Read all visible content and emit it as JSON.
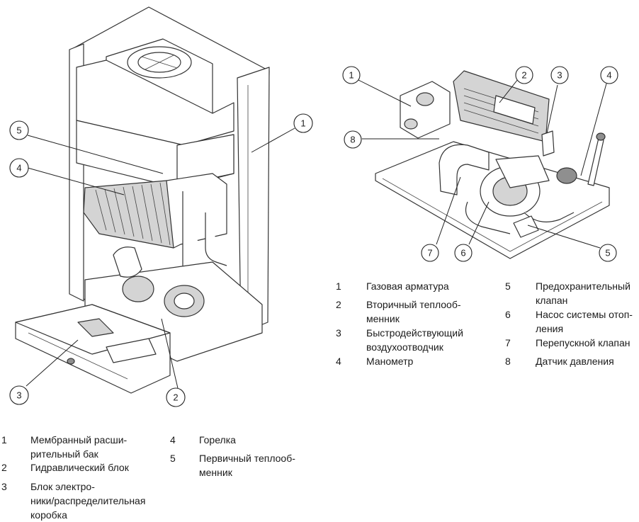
{
  "boiler_callouts": [
    "1",
    "2",
    "3",
    "4",
    "5"
  ],
  "hydro_callouts": [
    "1",
    "2",
    "3",
    "4",
    "5",
    "6",
    "7",
    "8"
  ],
  "legend_hydro": [
    {
      "num": "1",
      "lines": [
        "Газовая арматура"
      ]
    },
    {
      "num": "2",
      "lines": [
        "Вторичный теплооб-",
        "менник"
      ]
    },
    {
      "num": "3",
      "lines": [
        "Быстродействующий",
        "воздухоотводчик"
      ]
    },
    {
      "num": "4",
      "lines": [
        "Манометр"
      ]
    },
    {
      "num": "5",
      "lines": [
        "Предохранительный",
        "клапан"
      ]
    },
    {
      "num": "6",
      "lines": [
        "Насос системы отоп-",
        "ления"
      ]
    },
    {
      "num": "7",
      "lines": [
        "Перепускной клапан"
      ]
    },
    {
      "num": "8",
      "lines": [
        "Датчик давления"
      ]
    }
  ],
  "legend_boiler": [
    {
      "num": "1",
      "lines": [
        "Мембранный расши-",
        "рительный бак"
      ]
    },
    {
      "num": "2",
      "lines": [
        "Гидравлический блок"
      ]
    },
    {
      "num": "3",
      "lines": [
        "Блок электро-",
        "ники/распределительная",
        "коробка"
      ]
    },
    {
      "num": "4",
      "lines": [
        "Горелка"
      ]
    },
    {
      "num": "5",
      "lines": [
        "Первичный теплооб-",
        "менник"
      ]
    }
  ]
}
